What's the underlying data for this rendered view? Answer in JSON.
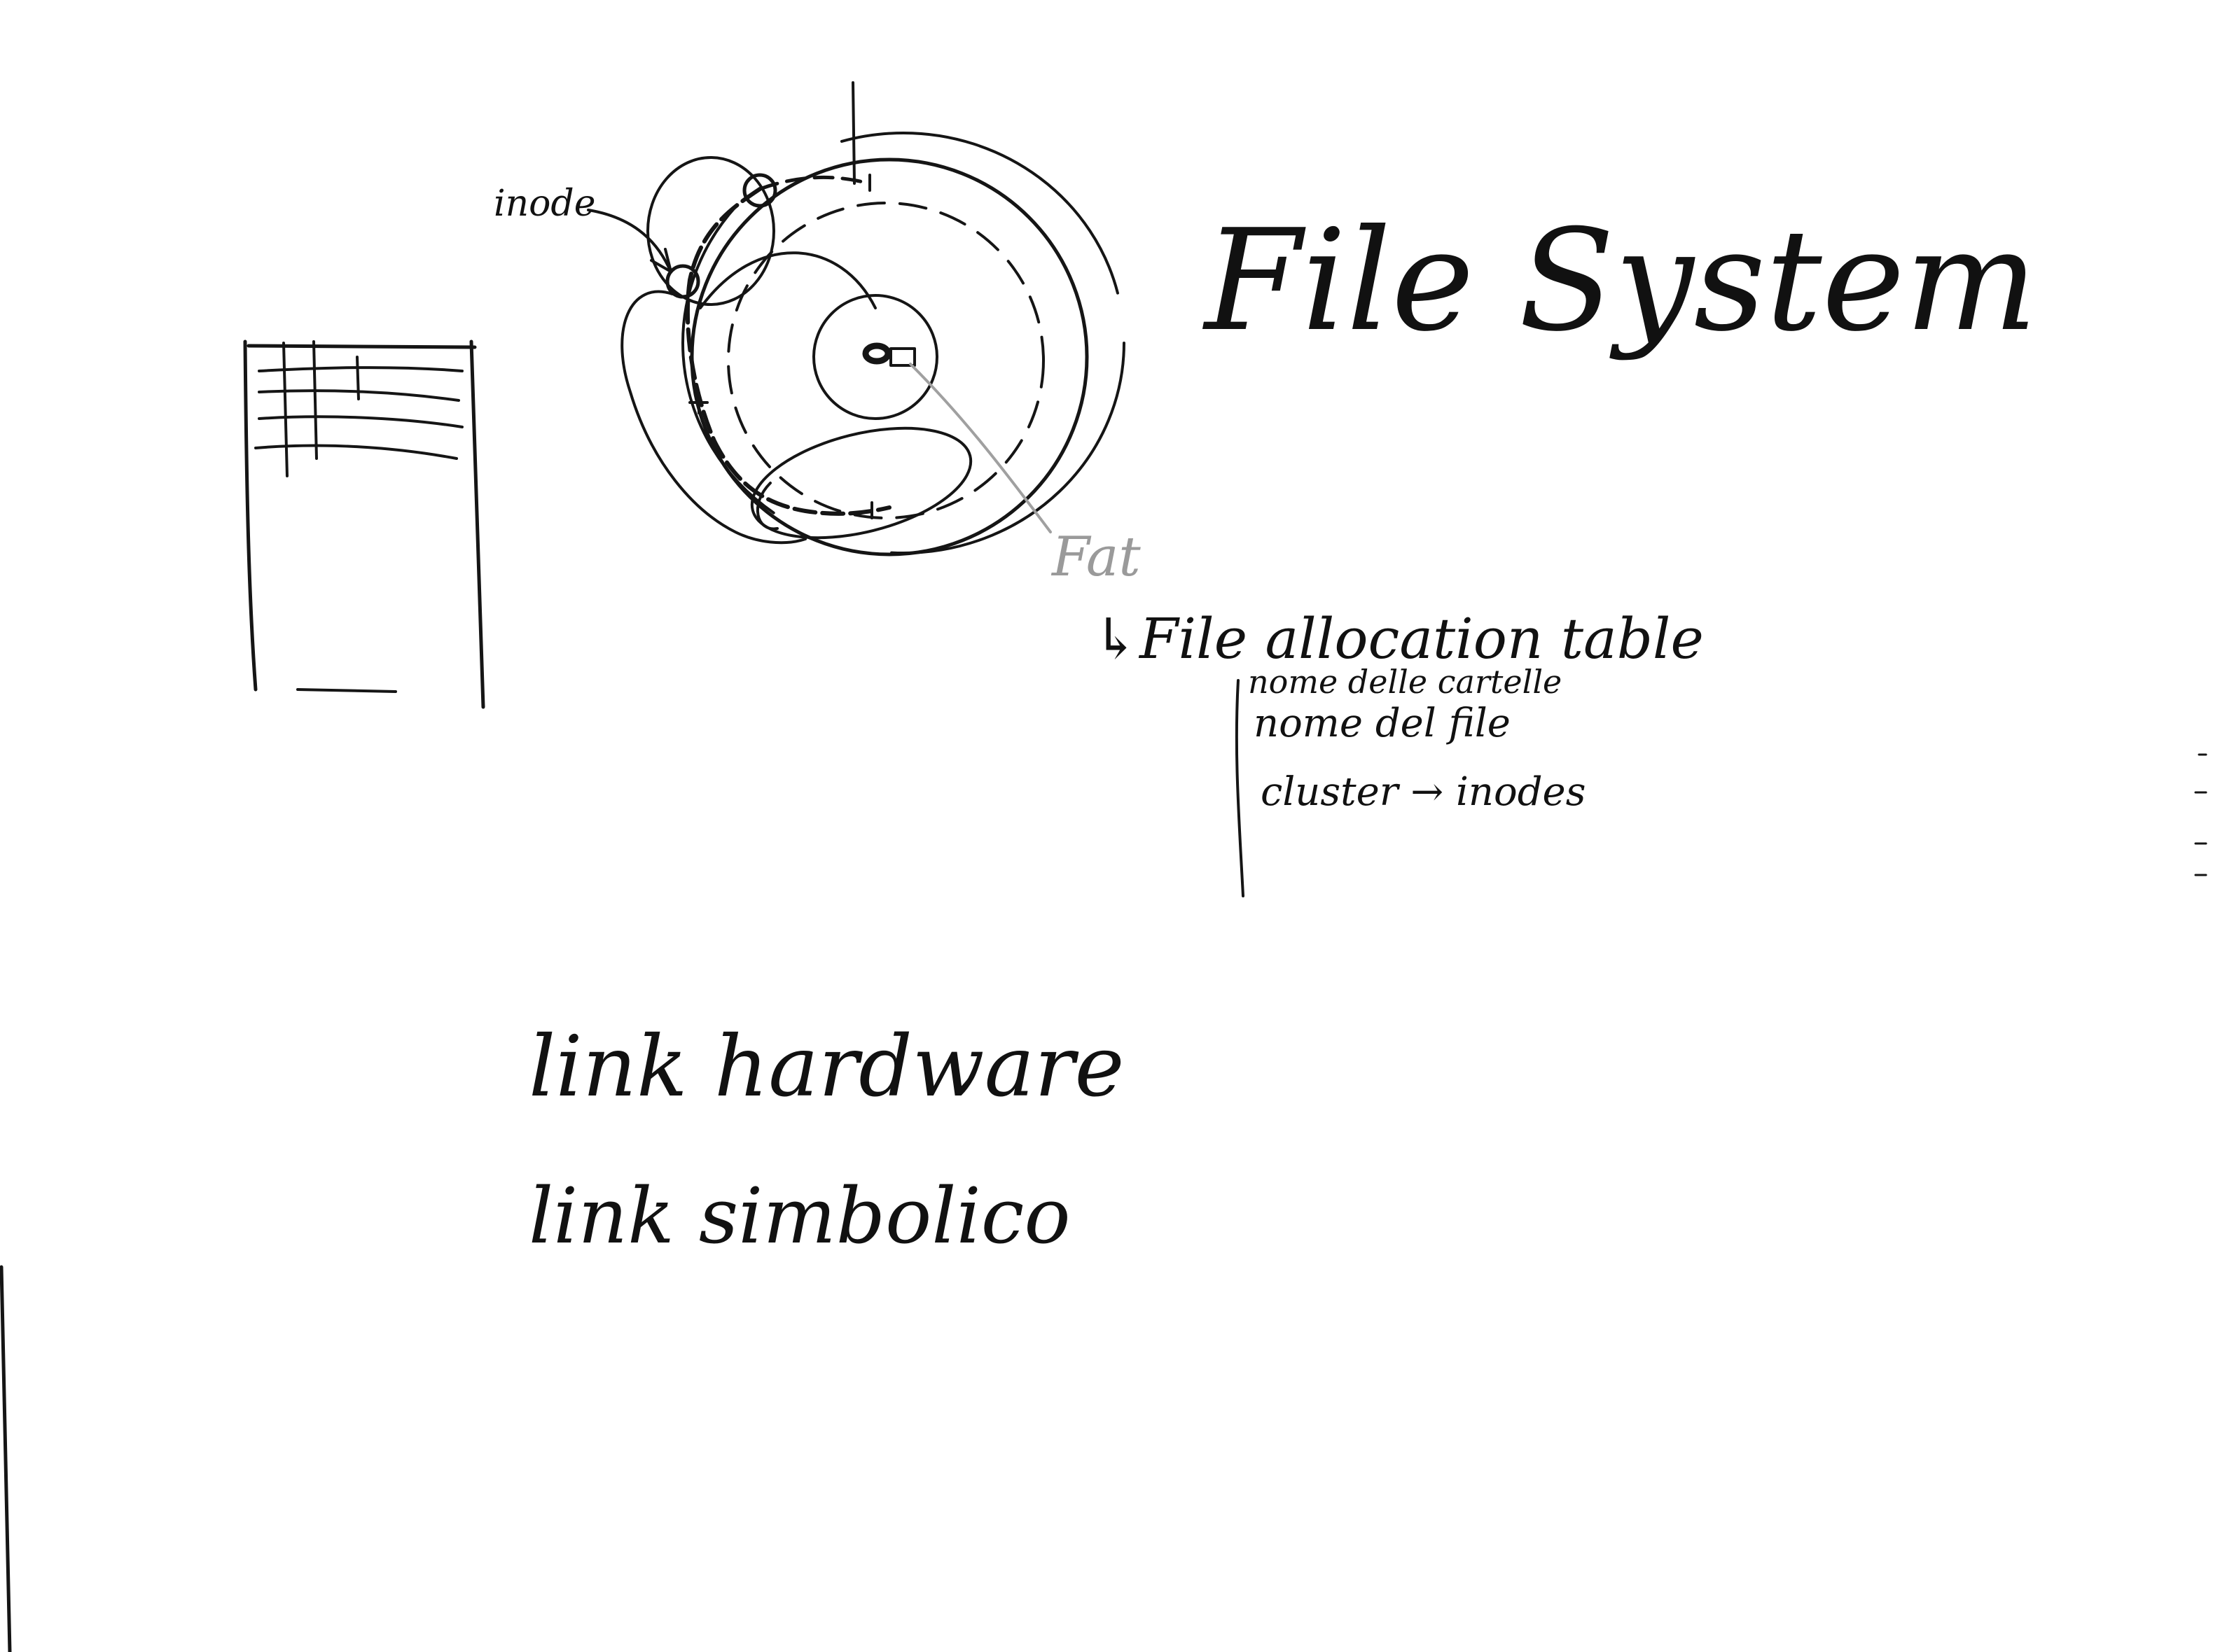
{
  "title": "File System",
  "labels": {
    "inode": "inode",
    "fat": "Fat",
    "fat_expansion": "↳File allocation table"
  },
  "fat_entries": [
    "nome delle cartelle",
    "nome del file",
    "cluster → inodes"
  ],
  "links": [
    "link hardware",
    "link simbolico"
  ],
  "colors": {
    "ink": "#151515",
    "pencil": "#a0a0a0",
    "background": "#ffffff"
  }
}
